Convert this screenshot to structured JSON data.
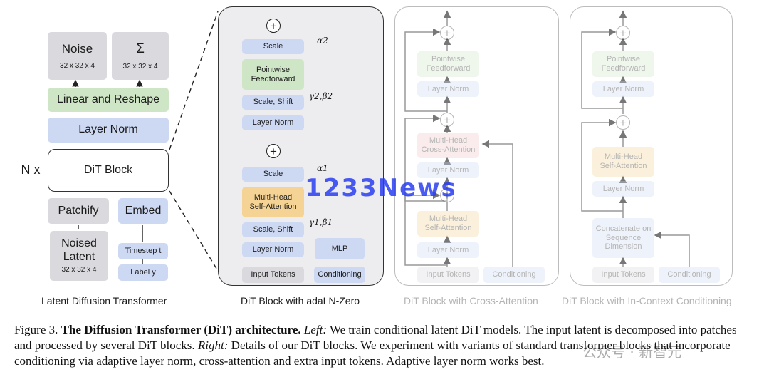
{
  "left": {
    "noise": {
      "title": "Noise",
      "shape": "32 x 32 x 4"
    },
    "sigma": {
      "title": "Σ",
      "shape": "32 x 32 x 4"
    },
    "linear_reshape": "Linear and Reshape",
    "layer_norm": "Layer Norm",
    "repeat": "N x",
    "dit_block": "DiT Block",
    "patchify": "Patchify",
    "embed": "Embed",
    "noised_latent": {
      "title": "Noised Latent",
      "shape": "32 x 32 x 4"
    },
    "timestep": "Timestep t",
    "label": "Label y",
    "caption": "Latent Diffusion Transformer"
  },
  "adaln": {
    "scale_top": "Scale",
    "pointwise_ff": "Pointwise Feedforward",
    "scale_shift_top": "Scale, Shift",
    "layer_norm_top": "Layer Norm",
    "scale_bottom": "Scale",
    "mhsa": "Multi-Head Self-Attention",
    "scale_shift_bottom": "Scale, Shift",
    "layer_norm_bottom": "Layer Norm",
    "mlp": "MLP",
    "input_tokens": "Input Tokens",
    "conditioning": "Conditioning",
    "alpha2": "α2",
    "gamma2beta2": "γ2,β2",
    "alpha1": "α1",
    "gamma1beta1": "γ1,β1",
    "plus": "+",
    "caption": "DiT Block with adaLN-Zero"
  },
  "cross": {
    "pointwise_ff": "Pointwise Feedforward",
    "layer_norm_1": "Layer Norm",
    "mhca": "Multi-Head Cross-Attention",
    "layer_norm_2": "Layer Norm",
    "mhsa": "Multi-Head Self-Attention",
    "layer_norm_3": "Layer Norm",
    "input_tokens": "Input Tokens",
    "conditioning": "Conditioning",
    "plus": "+",
    "caption": "DiT Block with Cross-Attention"
  },
  "incontext": {
    "pointwise_ff": "Pointwise Feedforward",
    "layer_norm_1": "Layer Norm",
    "mhsa": "Multi-Head Self-Attention",
    "layer_norm_2": "Layer Norm",
    "concat": "Concatenate on Sequence Dimension",
    "input_tokens": "Input Tokens",
    "conditioning": "Conditioning",
    "plus": "+",
    "caption": "DiT Block with In-Context Conditioning"
  },
  "figure_caption": {
    "label": "Figure 3.",
    "title": "The Diffusion Transformer (DiT) architecture.",
    "left_word": "Left:",
    "left_text": "We train conditional latent DiT models. The input latent is decomposed into patches and processed by several DiT blocks.",
    "right_word": "Right:",
    "right_text": "Details of our DiT blocks. We experiment with variants of standard transformer blocks that incorporate conditioning via adaptive layer norm, cross-attention and extra input tokens. Adaptive layer norm works best."
  },
  "watermark": "1233News",
  "watermark2": "公众号 · 新智元"
}
